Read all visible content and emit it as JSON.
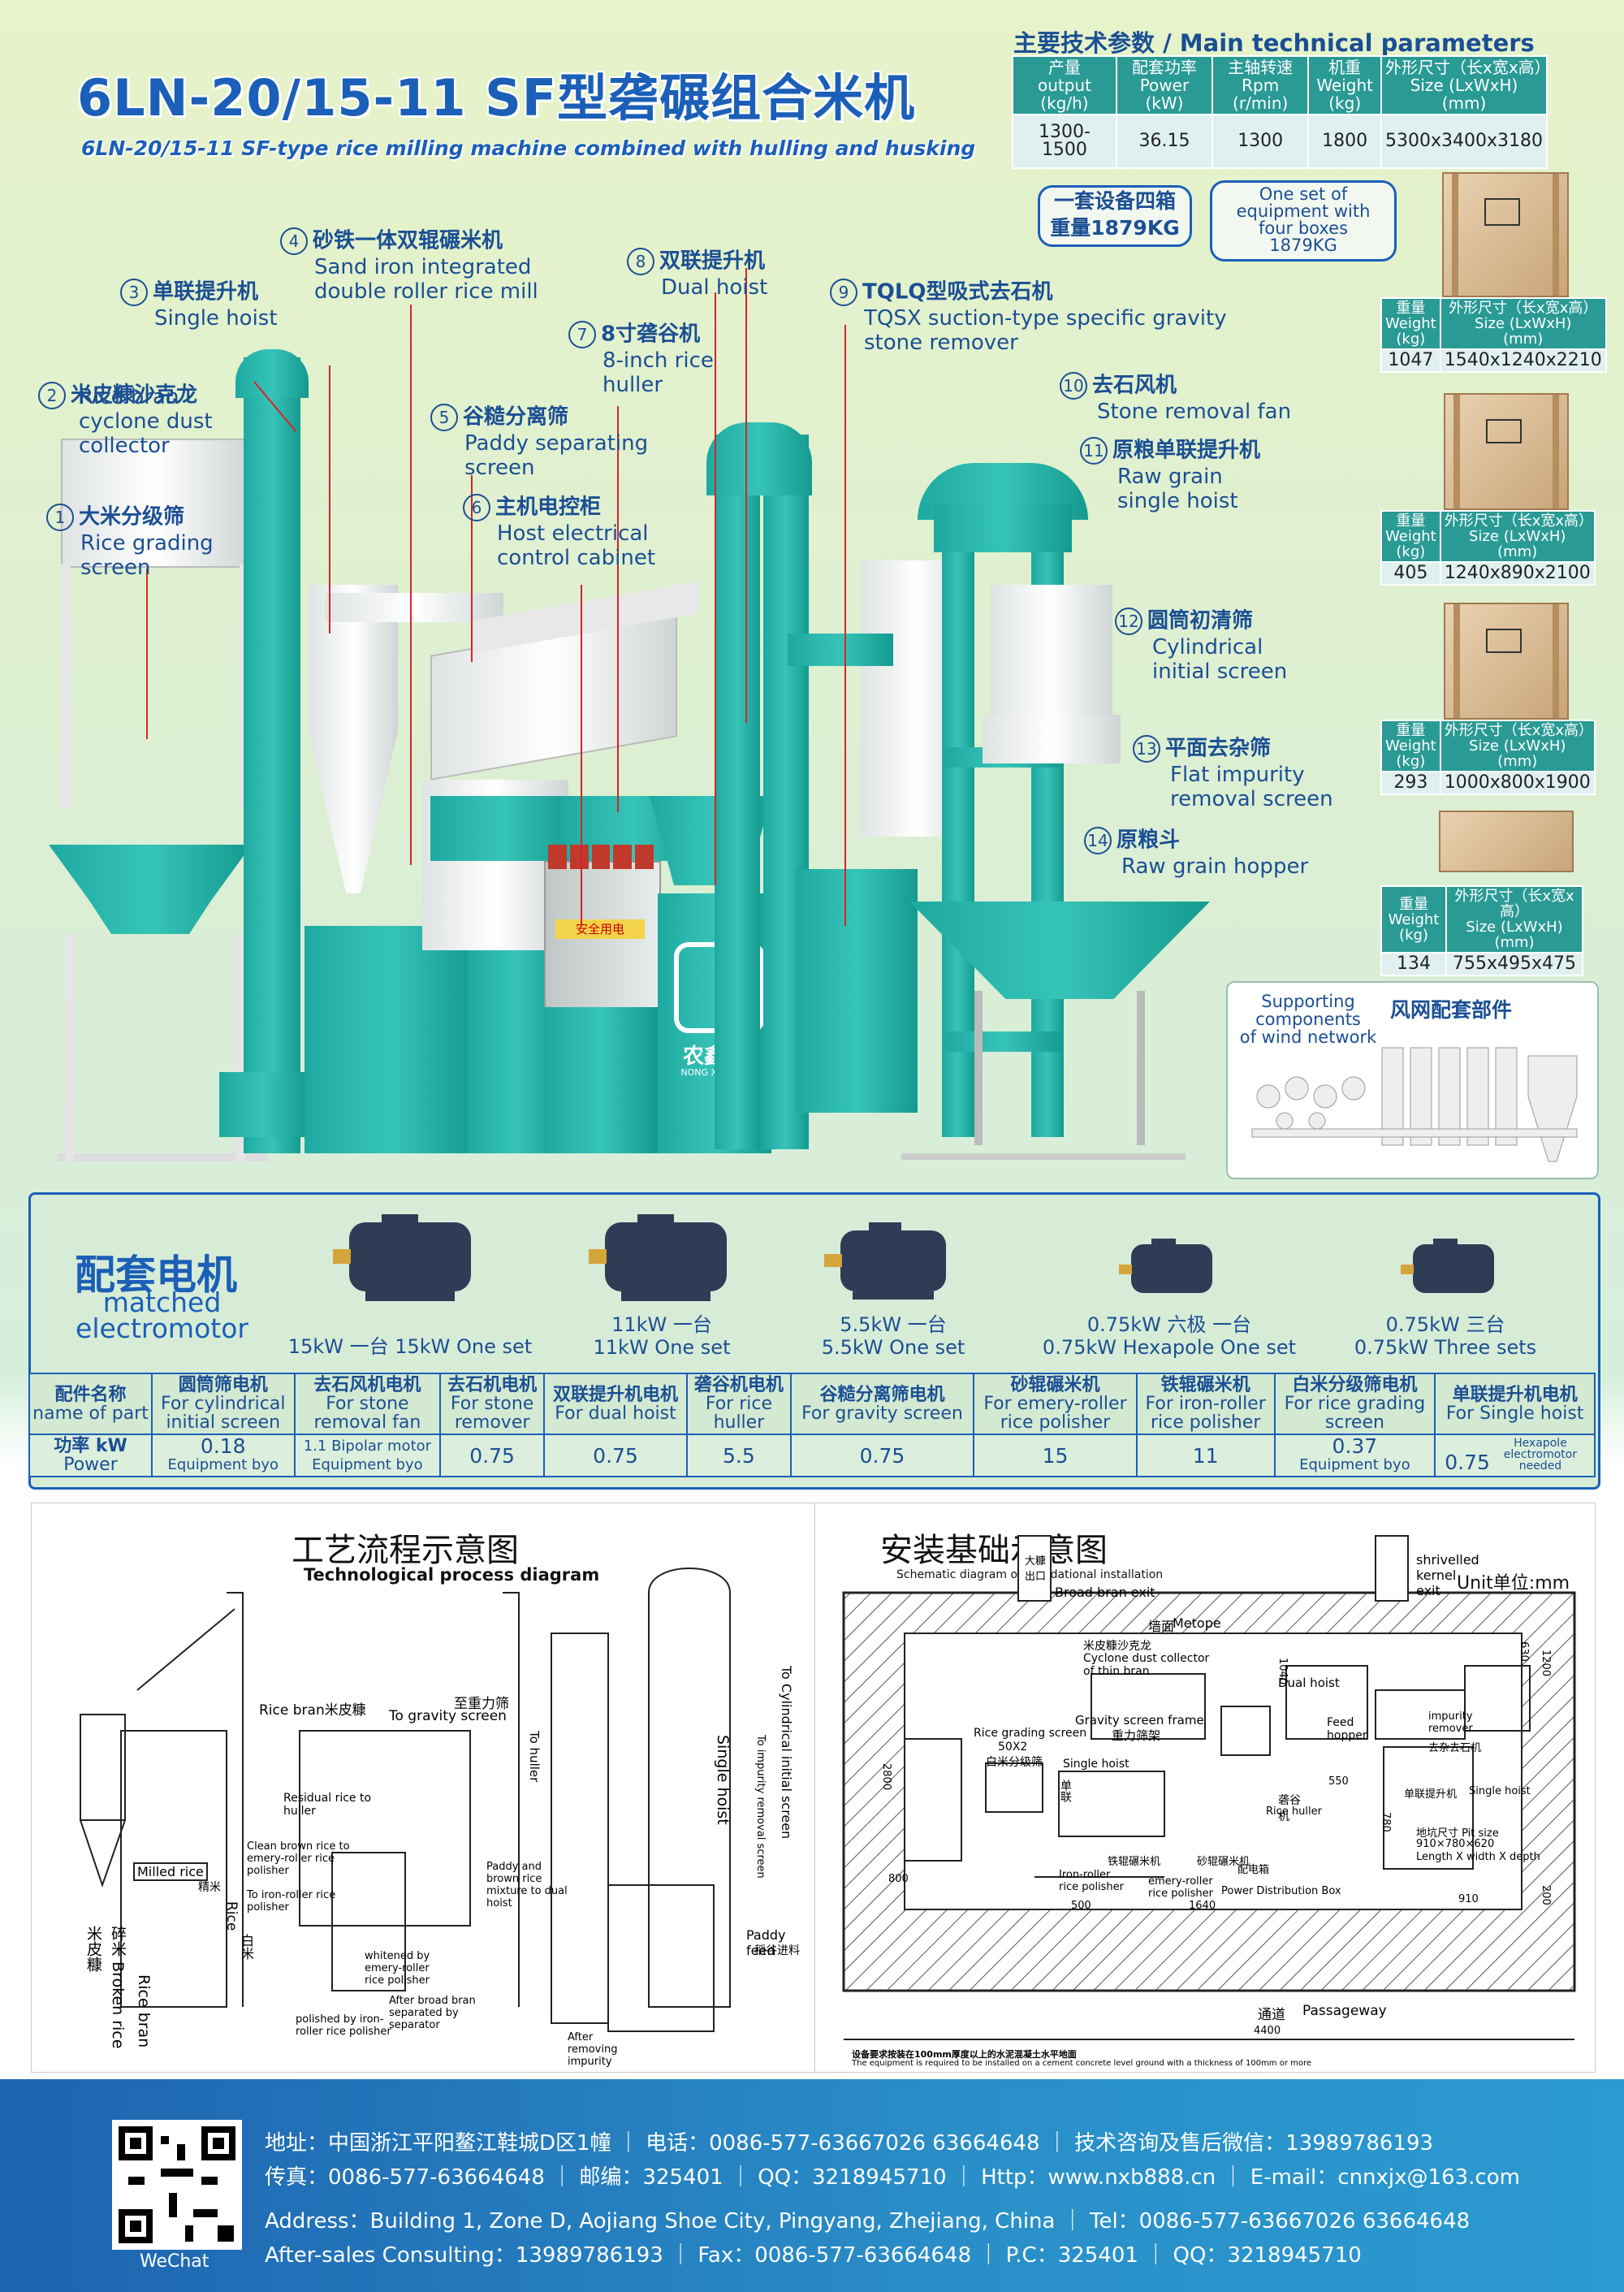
{
  "title": {
    "cn": "6LN-20/15-11 SF型砻碾组合米机",
    "en": "6LN-20/15-11 SF-type rice milling machine combined with hulling and husking"
  },
  "tech_params": {
    "heading": "主要技术参数 / Main technical parameters",
    "headers": [
      {
        "cn": "产量",
        "en1": "output",
        "en2": "(kg/h)"
      },
      {
        "cn": "配套功率",
        "en1": "Power",
        "en2": "(kW)"
      },
      {
        "cn": "主轴转速",
        "en1": "Rpm",
        "en2": "(r/min)"
      },
      {
        "cn": "机重",
        "en1": "Weight",
        "en2": "(kg)"
      },
      {
        "cn": "外形尺寸（长x宽x高）",
        "en1": "Size (LxWxH)",
        "en2": "(mm)"
      }
    ],
    "values": [
      "1300-1500",
      "36.15",
      "1300",
      "1800",
      "5300x3400x3180"
    ]
  },
  "boxes": {
    "cn_line1": "一套设备四箱",
    "cn_line2": "重量1879KG",
    "en_line1": "One set of",
    "en_line2": "equipment with",
    "en_line3": "four boxes",
    "en_line4": "1879KG",
    "header_weight": {
      "cn": "重量",
      "en": "Weight",
      "unit": "(kg)"
    },
    "header_size": {
      "cn": "外形尺寸（长x宽x高）",
      "en": "Size (LxWxH)",
      "unit": "(mm)"
    },
    "list": [
      {
        "weight": "1047",
        "size": "1540x1240x2210"
      },
      {
        "weight": "405",
        "size": "1240x890x2100"
      },
      {
        "weight": "293",
        "size": "1000x800x1900"
      },
      {
        "weight": "134",
        "size": "755x495x475"
      }
    ]
  },
  "wind_network": {
    "en1": "Supporting",
    "en2": "components",
    "en3": "of wind network",
    "cn": "风网配套部件"
  },
  "callouts": [
    {
      "n": "1",
      "cn": "大米分级筛",
      "en1": "Rice grading",
      "en2": "screen"
    },
    {
      "n": "2",
      "cn": "米皮糠沙克龙",
      "en1": "Rice bran",
      "en2": "cyclone dust",
      "en3": "collector"
    },
    {
      "n": "3",
      "cn": "单联提升机",
      "en1": "Single hoist"
    },
    {
      "n": "4",
      "cn": "砂铁一体双辊碾米机",
      "en1": "Sand iron integrated",
      "en2": "double roller rice mill"
    },
    {
      "n": "5",
      "cn": "谷糙分离筛",
      "en1": "Paddy separating",
      "en2": "screen"
    },
    {
      "n": "6",
      "cn": "主机电控柜",
      "en1": "Host electrical",
      "en2": "control cabinet"
    },
    {
      "n": "7",
      "cn": "8寸砻谷机",
      "en1": "8-inch rice",
      "en2": "huller"
    },
    {
      "n": "8",
      "cn": "双联提升机",
      "en1": "Dual hoist"
    },
    {
      "n": "9",
      "cn": "TQLQ型吸式去石机",
      "en1": "TQSX suction-type specific gravity",
      "en2": "stone remover"
    },
    {
      "n": "10",
      "cn": "去石风机",
      "en1": "Stone removal fan"
    },
    {
      "n": "11",
      "cn": "原粮单联提升机",
      "en1": "Raw grain",
      "en2": "single hoist"
    },
    {
      "n": "12",
      "cn": "圆筒初清筛",
      "en1": "Cylindrical",
      "en2": "initial screen"
    },
    {
      "n": "13",
      "cn": "平面去杂筛",
      "en1": "Flat impurity",
      "en2": "removal screen"
    },
    {
      "n": "14",
      "cn": "原粮斗",
      "en1": "Raw grain hopper"
    }
  ],
  "motors": {
    "title_cn": "配套电机",
    "title_en1": "matched",
    "title_en2": "electromotor",
    "items": [
      {
        "l1": "15kW 一台  15kW One set"
      },
      {
        "l1": "11kW 一台",
        "l2": "11kW One set"
      },
      {
        "l1": "5.5kW 一台",
        "l2": "5.5kW One set"
      },
      {
        "l1": "0.75kW 六极 一台",
        "l2": "0.75kW Hexapole One set"
      },
      {
        "l1": "0.75kW 三台",
        "l2": "0.75kW Three sets"
      }
    ]
  },
  "parts_table": {
    "row_head": {
      "cn": "配件名称",
      "en": "name of part"
    },
    "power_head": {
      "cn": "功率 kW",
      "en": "Power"
    },
    "cols": [
      {
        "cn": "圆筒筛电机",
        "en1": "For cylindrical",
        "en2": "initial screen",
        "p1": "0.18",
        "p2": "Equipment byo"
      },
      {
        "cn": "去石风机电机",
        "en1": "For stone",
        "en2": "removal fan",
        "p1": "1.1 Bipolar motor",
        "p2": "Equipment byo"
      },
      {
        "cn": "去石机电机",
        "en1": "For stone",
        "en2": "remover",
        "p1": "0.75",
        "p2": ""
      },
      {
        "cn": "双联提升机电机",
        "en1": "For dual hoist",
        "en2": "",
        "p1": "0.75",
        "p2": ""
      },
      {
        "cn": "砻谷机电机",
        "en1": "For rice",
        "en2": "huller",
        "p1": "5.5",
        "p2": ""
      },
      {
        "cn": "谷糙分离筛电机",
        "en1": "For gravity screen",
        "en2": "",
        "p1": "0.75",
        "p2": ""
      },
      {
        "cn": "砂辊碾米机",
        "en1": "For emery-roller",
        "en2": "rice polisher",
        "p1": "15",
        "p2": ""
      },
      {
        "cn": "铁辊碾米机",
        "en1": "For iron-roller",
        "en2": "rice polisher",
        "p1": "11",
        "p2": ""
      },
      {
        "cn": "白米分级筛电机",
        "en1": "For rice grading",
        "en2": "screen",
        "p1": "0.37",
        "p2": "Equipment byo"
      },
      {
        "cn": "单联提升机电机",
        "en1": "For Single hoist",
        "en2": "",
        "p1": "0.75",
        "p2": "Hexapole electromotor needed"
      }
    ]
  },
  "process_diagram": {
    "title_cn": "工艺流程示意图",
    "title_en": "Technological process diagram",
    "labels": [
      "Rice bran米皮糠",
      "To gravity screen",
      "至重力筛",
      "To huller",
      "Residual rice to huller",
      "Clean brown rice to emery-roller rice polisher",
      "To iron-roller rice polisher",
      "Milled rice",
      "精米",
      "Rice",
      "Paddy and brown rice mixture to dual hoist",
      "Single hoist",
      "To impurity removal screen",
      "To Cylindrical initial screen",
      "Paddy feed",
      "稻谷进料",
      "whitened by emery-roller rice polisher",
      "After broad bran separated by separator",
      "polished by iron-roller rice polisher",
      "After removing impurity",
      "米皮糠",
      "碎米 Broken rice",
      "Rice bran",
      "白米"
    ]
  },
  "foundation_diagram": {
    "title_cn": "安装基础示意图",
    "title_en": "Schematic diagram of foundational installation",
    "unit": "Unit单位:mm",
    "labels": [
      "大糠出口",
      "Broad bran exit",
      "shrivelled kernel exit",
      "Metope",
      "墙面",
      "米皮糠沙克龙",
      "Cyclone dust collector of thin bran",
      "Dual hoist",
      "Gravity screen frame",
      "重力筛架",
      "Rice grading screen",
      "50X2",
      "白米分级筛",
      "Single hoist",
      "单联",
      "Feed hopper",
      "impurity remover",
      "去杂去石机",
      "单联提升机",
      "Single hoist",
      "砻谷机",
      "Rice huller",
      "地坑尺寸 Pit size",
      "910×780×620",
      "Length X width X depth",
      "铁辊碾米机",
      "Iron-roller rice polisher",
      "砂辊碾米机",
      "emery-roller rice polisher",
      "配电箱",
      "Power Distribution Box",
      "通道",
      "Passageway"
    ],
    "dims": [
      "1040",
      "1200",
      "630",
      "2800",
      "800",
      "500",
      "1640",
      "550",
      "780",
      "910",
      "200",
      "4400"
    ],
    "note_cn": "设备要求按装在100mm厚度以上的水泥混凝土水平地面",
    "note_en": "The equipment is required to be installed on a cement concrete level ground with a thickness of 100mm or more"
  },
  "footer": {
    "line1": "地址：中国浙江平阳鳌江鞋城D区1幢   ｜  电话：0086-577-63667026  63664648   ｜  技术咨询及售后微信：13989786193",
    "line2": "传真：0086-577-63664648  ｜ 邮编：325401  ｜ QQ：3218945710 ｜ Http：www.nxb888.cn ｜ E-mail：cnnxjx@163.com",
    "line3": "Address：Building 1, Zone D, Aojiang Shoe City, Pingyang, Zhejiang, China   ｜  Tel：0086-577-63667026  63664648",
    "line4": "After-sales Consulting：13989786193   ｜   Fax：0086-577-63664648   ｜   P.C：325401   ｜   QQ：3218945710",
    "wechat": "WeChat"
  },
  "brand": {
    "cn": "农鑫宝",
    "en": "NONG XIN BAO"
  },
  "machine_panel_text": {
    "sign": "安全用电"
  },
  "colors": {
    "brand_blue": "#1b5fb8",
    "teal": "#1ea9a0",
    "table_teal": "#2a9a95",
    "callout_line": "#d8232a",
    "footer_blue": "#1e63b0"
  },
  "icons": [
    "qr-code",
    "motor-icon",
    "crate-icon",
    "duct-parts-icon"
  ]
}
